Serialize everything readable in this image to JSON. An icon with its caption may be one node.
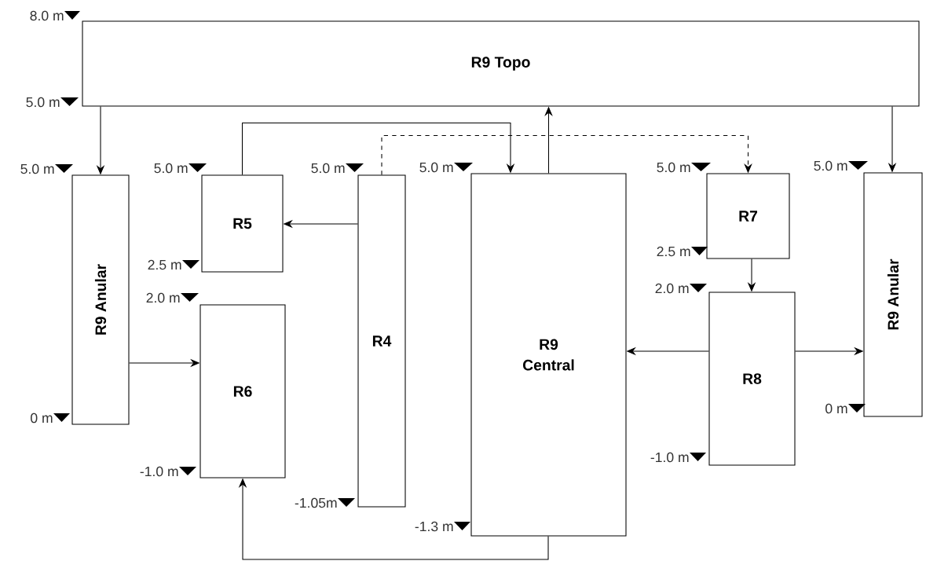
{
  "diagram": {
    "nodes": [
      {
        "text": [
          "R9 Topo"
        ]
      },
      {
        "text": [
          "R9 Anular"
        ]
      },
      {
        "text": [
          "R5"
        ]
      },
      {
        "text": [
          "R6"
        ]
      },
      {
        "text": [
          "R4"
        ]
      },
      {
        "text": [
          "R9 Central"
        ]
      },
      {
        "text": [
          "R7"
        ]
      },
      {
        "text": [
          "R8"
        ]
      },
      {
        "text": [
          "R9 Anular"
        ]
      }
    ],
    "edges": [
      {
        "from": 0,
        "to": 1,
        "arrow": "to"
      },
      {
        "from": 0,
        "to": 8,
        "arrow": "to"
      },
      {
        "from": 2,
        "to": 5,
        "arrow": "to"
      },
      {
        "from": 4,
        "to": 6,
        "arrow": "to",
        "style": "dashed"
      },
      {
        "from": 5,
        "to": 0,
        "arrow": "to"
      },
      {
        "from": 4,
        "to": 2,
        "arrow": "to"
      },
      {
        "from": 1,
        "to": 3,
        "arrow": "to"
      },
      {
        "from": 6,
        "to": 7,
        "arrow": "to"
      },
      {
        "from": 7,
        "to": 5,
        "arrow": "to"
      },
      {
        "from": 7,
        "to": 8,
        "arrow": "to"
      },
      {
        "from": 5,
        "to": 3,
        "arrow": "to"
      }
    ],
    "labels": [
      "8.0 m",
      "5.0 m",
      "5.0 m",
      "5.0 m",
      "5.0 m",
      "5.0 m",
      "5.0 m",
      "5.0 m",
      "2.5 m",
      "2.5 m",
      "2.0 m",
      "2.0 m",
      "0 m",
      "0 m",
      "-1.0 m",
      "-1.0 m",
      "-1.05m",
      "-1.3 m"
    ]
  }
}
